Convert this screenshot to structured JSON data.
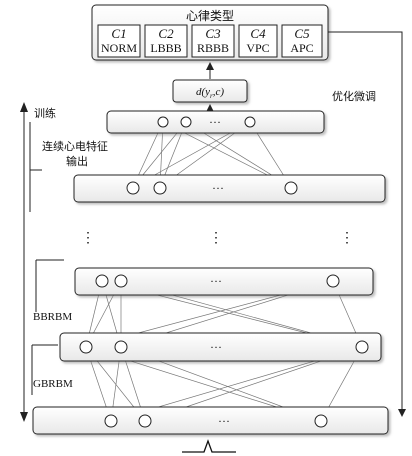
{
  "header": {
    "title": "心律类型"
  },
  "classes": [
    {
      "code": "C1",
      "name": "NORM"
    },
    {
      "code": "C2",
      "name": "LBBB"
    },
    {
      "code": "C3",
      "name": "RBBB"
    },
    {
      "code": "C4",
      "name": "VPC"
    },
    {
      "code": "C5",
      "name": "APC"
    }
  ],
  "distance_label": "d(y",
  "distance_sub": "r",
  "distance_tail": ",c)",
  "labels": {
    "finetune": "优化微调",
    "train": "训练",
    "feature_line1": "连续心电特征",
    "feature_line2": "输出",
    "bbrbm": "BBRBM",
    "gbrbm": "GBRBM",
    "ellipsis": "···",
    "vdots": "⋮"
  }
}
